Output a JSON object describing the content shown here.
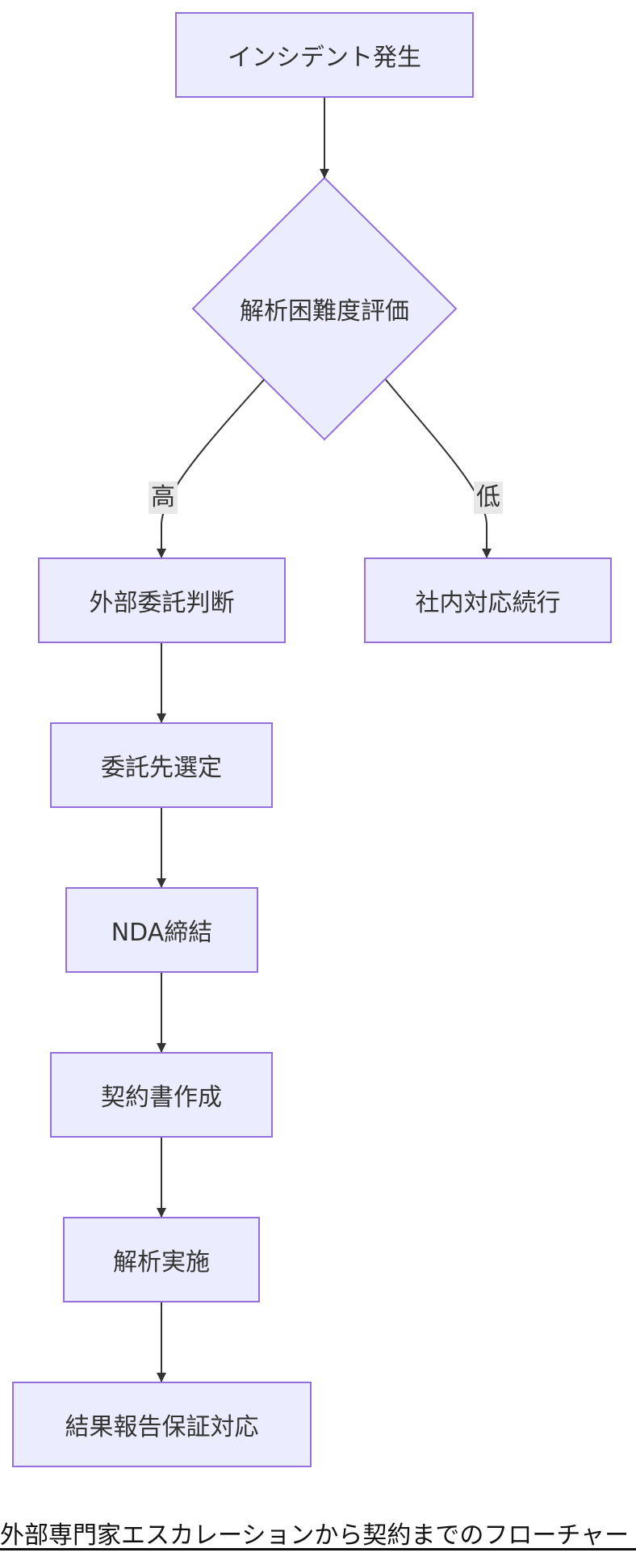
{
  "nodes": {
    "incident": "インシデント発生",
    "assess": "解析困難度評価",
    "external": "外部委託判断",
    "internal": "社内対応続行",
    "select_vendor": "委託先選定",
    "nda": "NDA締結",
    "contract": "契約書作成",
    "analysis": "解析実施",
    "report": "結果報告保証対応"
  },
  "edges": {
    "high": "高",
    "low": "低"
  },
  "caption": "外部専門家エスカレーションから契約までのフローチャート",
  "colors": {
    "node_fill": "#ececff",
    "node_border": "#9370db",
    "edge": "#333333",
    "edge_label_bg": "#e8e8e8"
  }
}
